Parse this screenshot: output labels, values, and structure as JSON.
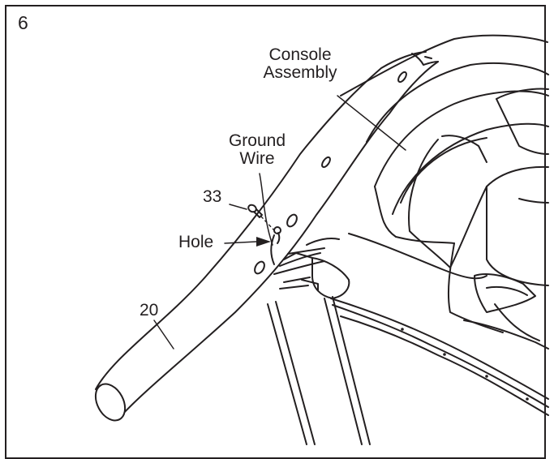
{
  "step_number": "6",
  "labels": {
    "console_line1": "Console",
    "console_line2": "Assembly",
    "ground_line1": "Ground",
    "ground_line2": "Wire",
    "part_33": "33",
    "hole": "Hole",
    "part_20": "20"
  }
}
